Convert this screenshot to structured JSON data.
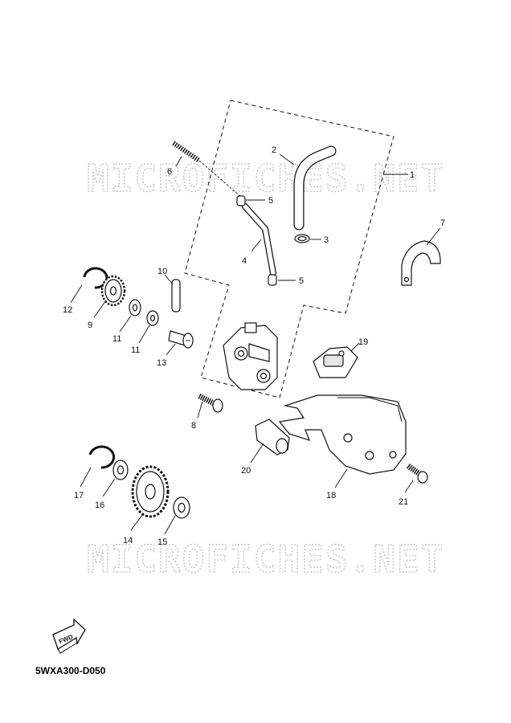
{
  "watermarks": [
    "MICROFICHES.NET",
    "MICROFICHES.NET"
  ],
  "diagram_code": "5WXA300-D050",
  "fwd_label": "FWD",
  "callouts": [
    {
      "id": "c1",
      "label": "1"
    },
    {
      "id": "c2",
      "label": "2"
    },
    {
      "id": "c3",
      "label": "3"
    },
    {
      "id": "c4",
      "label": "4"
    },
    {
      "id": "c5a",
      "label": "5"
    },
    {
      "id": "c5b",
      "label": "5"
    },
    {
      "id": "c6",
      "label": "6"
    },
    {
      "id": "c7",
      "label": "7"
    },
    {
      "id": "c8",
      "label": "8"
    },
    {
      "id": "c9",
      "label": "9"
    },
    {
      "id": "c10",
      "label": "10"
    },
    {
      "id": "c11a",
      "label": "11"
    },
    {
      "id": "c11b",
      "label": "11"
    },
    {
      "id": "c12",
      "label": "12"
    },
    {
      "id": "c13",
      "label": "13"
    },
    {
      "id": "c14",
      "label": "14"
    },
    {
      "id": "c15",
      "label": "15"
    },
    {
      "id": "c16",
      "label": "16"
    },
    {
      "id": "c17",
      "label": "17"
    },
    {
      "id": "c18",
      "label": "18"
    },
    {
      "id": "c19",
      "label": "19"
    },
    {
      "id": "c20",
      "label": "20"
    },
    {
      "id": "c21",
      "label": "21"
    }
  ]
}
